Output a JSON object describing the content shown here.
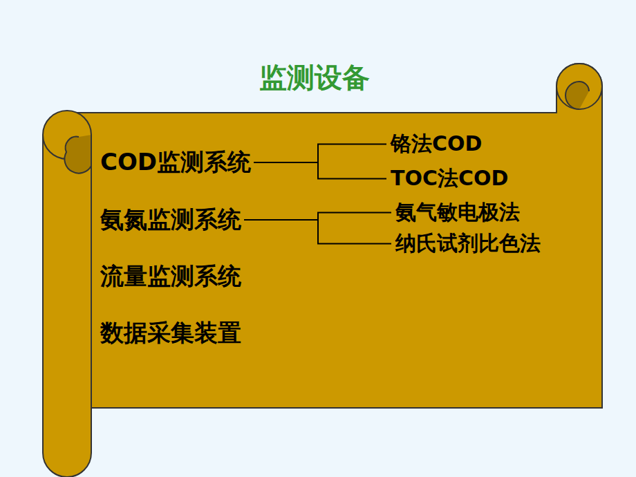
{
  "diagram": {
    "title": "监测设备",
    "nodes": [
      {
        "text": [
          "COD监测系统"
        ]
      },
      {
        "text": [
          "铬法COD"
        ]
      },
      {
        "text": [
          "TOC法COD"
        ]
      },
      {
        "text": [
          "氨氮监测系统"
        ]
      },
      {
        "text": [
          "氨气敏电极法"
        ]
      },
      {
        "text": [
          "纳氏试剂比色法"
        ]
      },
      {
        "text": [
          "流量监测系统"
        ]
      },
      {
        "text": [
          "数据采集装置"
        ]
      }
    ],
    "edges": [
      {
        "from": 0,
        "to": 1,
        "arrow": "none"
      },
      {
        "from": 0,
        "to": 2,
        "arrow": "none"
      },
      {
        "from": 3,
        "to": 4,
        "arrow": "none"
      },
      {
        "from": 3,
        "to": 5,
        "arrow": "none"
      }
    ]
  }
}
